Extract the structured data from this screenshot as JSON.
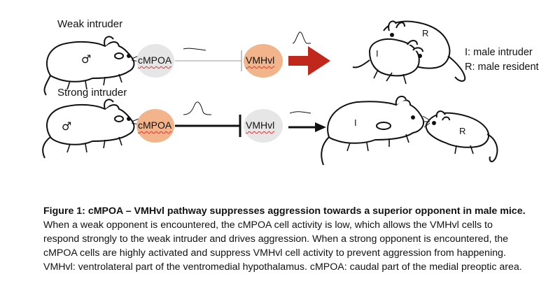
{
  "rows": {
    "weak_label": "Weak intruder",
    "strong_label": "Strong intruder"
  },
  "nodes": {
    "cmpoa": "cMPOA",
    "vmhvl": "VMHvl"
  },
  "animals": {
    "intruder_symbol": "♂",
    "resident_mark": "R",
    "intruder_mark": "I"
  },
  "legend": {
    "intruder": "I: male intruder",
    "resident": "R: male resident"
  },
  "caption": {
    "title": "Figure 1: cMPOA – VMHvl pathway suppresses aggression towards a superior opponent in male mice.",
    "body": " When a weak opponent is encountered, the cMPOA cell activity is low, which allows the VMHvl cells to respond strongly to the weak intruder and drives aggression. When a strong opponent is encountered, the cMPOA cells are highly activated and suppress VMHvl cell activity to prevent aggression from happening.  VMHvl: ventrolateral part of the ventromedial hypothalamus. cMPOA: caudal part of the medial preoptic area."
  },
  "colors": {
    "cmpoa_low": "#e6e6e6",
    "cmpoa_high": "#f2b48a",
    "vmhvl_high": "#f2b48a",
    "vmhvl_low": "#e6e6e6",
    "aggression_arrow": "#c0281c",
    "line": "#111111"
  }
}
